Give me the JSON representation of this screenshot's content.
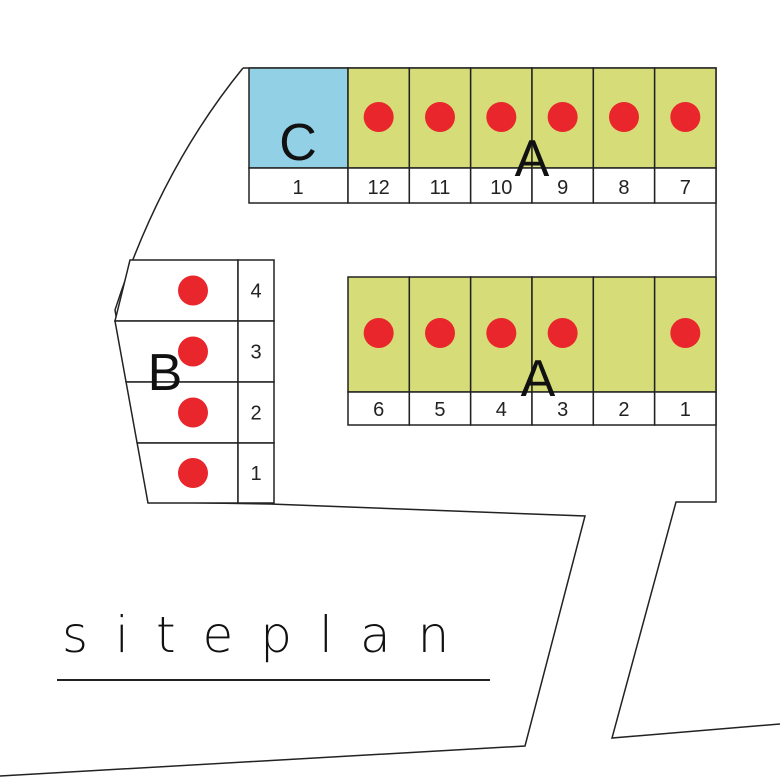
{
  "title": "siteplan",
  "colors": {
    "plot_a": "#d6dc78",
    "plot_c": "#92d0e6",
    "marker": "#e8262b",
    "line": "#222222"
  },
  "zones": {
    "a_top": "A",
    "a_bottom": "A",
    "b": "B",
    "c": "C"
  },
  "top_row": {
    "c_label": "1",
    "plots": [
      {
        "label": "12",
        "sold": true
      },
      {
        "label": "11",
        "sold": true
      },
      {
        "label": "10",
        "sold": true
      },
      {
        "label": "9",
        "sold": true
      },
      {
        "label": "8",
        "sold": true
      },
      {
        "label": "7",
        "sold": true
      }
    ]
  },
  "bottom_row": {
    "plots": [
      {
        "label": "6",
        "sold": true
      },
      {
        "label": "5",
        "sold": true
      },
      {
        "label": "4",
        "sold": true
      },
      {
        "label": "3",
        "sold": true
      },
      {
        "label": "2",
        "sold": false
      },
      {
        "label": "1",
        "sold": true
      }
    ]
  },
  "b_block": {
    "plots": [
      {
        "label": "4",
        "sold": true
      },
      {
        "label": "3",
        "sold": true
      },
      {
        "label": "2",
        "sold": true
      },
      {
        "label": "1",
        "sold": true
      }
    ]
  }
}
